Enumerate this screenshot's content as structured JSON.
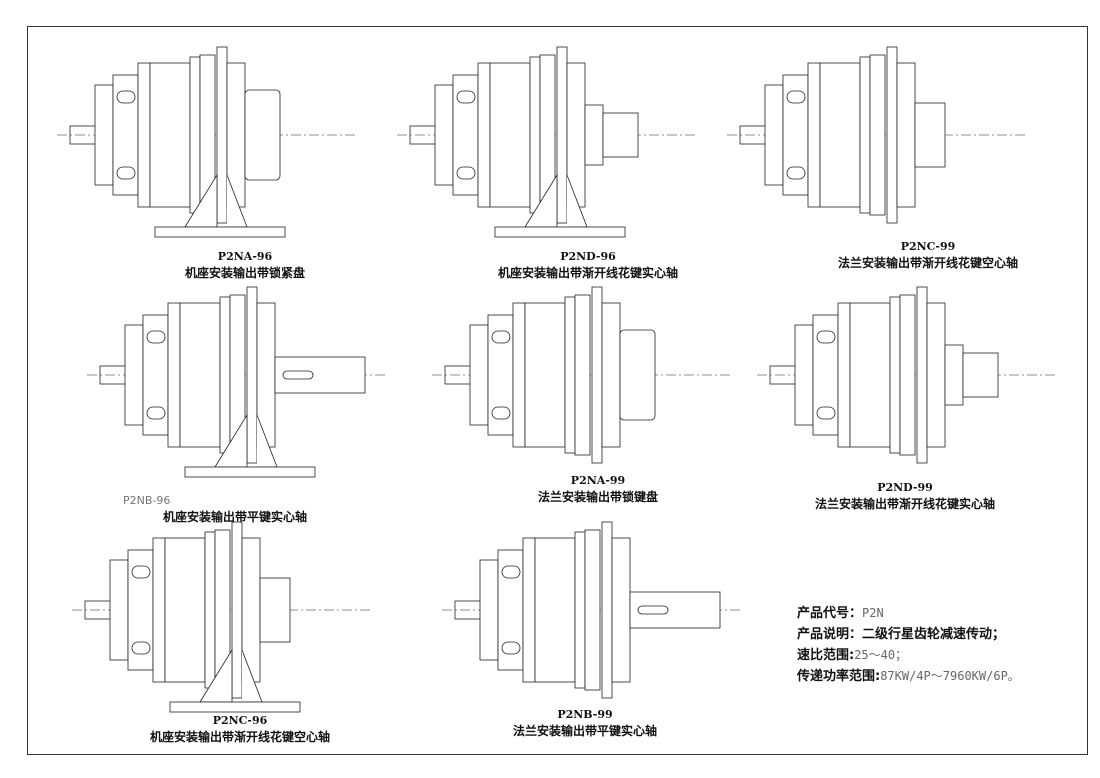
{
  "drawings": [
    {
      "code": "P2NA-96",
      "desc": "机座安装输出带锁紧盘",
      "mount": "foot",
      "output": "disc"
    },
    {
      "code": "P2ND-96",
      "desc": "机座安装输出带渐开线花键实心轴",
      "mount": "foot",
      "output": "spline"
    },
    {
      "code": "P2NC-99",
      "desc": "法兰安装输出带渐开线花键空心轴",
      "mount": "flange",
      "output": "hollow"
    },
    {
      "code": "P2NB-96",
      "desc": "机座安装输出带平键实心轴",
      "mount": "foot",
      "output": "key"
    },
    {
      "code": "P2NA-99",
      "desc": "法兰安装输出带锁键盘",
      "mount": "flange",
      "output": "disc"
    },
    {
      "code": "P2ND-99",
      "desc": "法兰安装输出带渐开线花键实心轴",
      "mount": "flange",
      "output": "spline"
    },
    {
      "code": "P2NC-96",
      "desc": "机座安装输出带渐开线花键空心轴",
      "mount": "foot",
      "output": "hollow"
    },
    {
      "code": "P2NB-99",
      "desc": "法兰安装输出带平键实心轴",
      "mount": "flange",
      "output": "key"
    }
  ],
  "info": {
    "code_label": "产品代号：",
    "code_value": "P2N",
    "desc_label": "产品说明：二级行星齿轮减速传动；",
    "ratio_label": "速比范围:",
    "ratio_value": "25～40；",
    "power_label": "传递功率范围:",
    "power_value": "87KW/4P～7960KW/6P。"
  }
}
